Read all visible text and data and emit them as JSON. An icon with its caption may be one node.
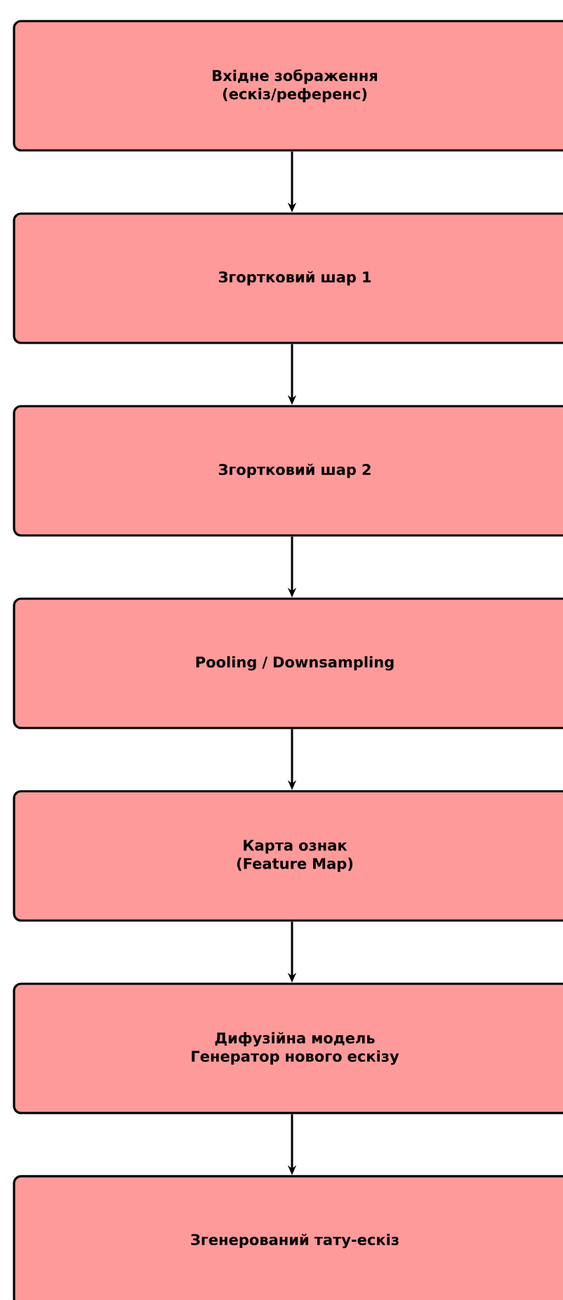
{
  "diagram": {
    "nodes": [
      {
        "text": [
          "Вхідне зображення (ескіз/референс)"
        ]
      },
      {
        "text": [
          "Згортковий шар 1"
        ]
      },
      {
        "text": [
          "Згортковий шар 2"
        ]
      },
      {
        "text": [
          "Pooling / Downsampling"
        ]
      },
      {
        "text": [
          "Карта ознак (Feature Map)"
        ]
      },
      {
        "text": [
          "Дифузійна модель Генератор нового ескізу"
        ]
      },
      {
        "text": [
          "Згенерований тату-ескіз"
        ]
      }
    ],
    "edges": [
      {
        "from": 0,
        "to": 1,
        "arrow": "to"
      },
      {
        "from": 1,
        "to": 2,
        "arrow": "to"
      },
      {
        "from": 2,
        "to": 3,
        "arrow": "to"
      },
      {
        "from": 3,
        "to": 4,
        "arrow": "to"
      },
      {
        "from": 4,
        "to": 5,
        "arrow": "to"
      },
      {
        "from": 5,
        "to": 6,
        "arrow": "to"
      }
    ]
  }
}
